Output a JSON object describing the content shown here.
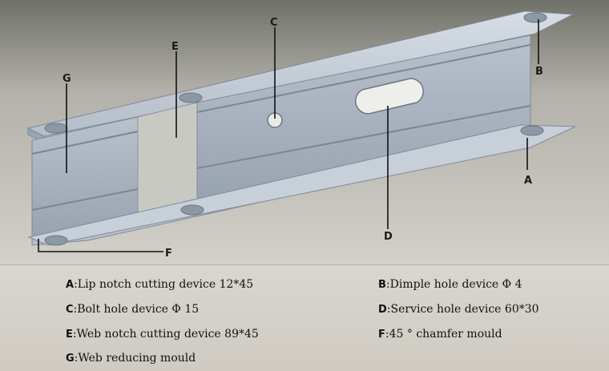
{
  "callouts": {
    "a": "A",
    "b": "B",
    "c": "C",
    "d": "D",
    "e": "E",
    "f": "F",
    "g": "G"
  },
  "legend": {
    "items": [
      {
        "key": "A",
        "text": "Lip notch cutting device 12*45"
      },
      {
        "key": "B",
        "text": "Dimple hole device Φ 4"
      },
      {
        "key": "C",
        "text": "Bolt hole device Φ 15"
      },
      {
        "key": "D",
        "text": "Service hole device 60*30"
      },
      {
        "key": "E",
        "text": "Web notch cutting device 89*45"
      },
      {
        "key": "F",
        "text": "45 ° chamfer mould"
      },
      {
        "key": "G",
        "text": "Web reducing mould"
      }
    ],
    "separator": ":"
  },
  "colors": {
    "background_top": "#6f7168",
    "background_bottom": "#d3d0ca",
    "steel_light": "#c3cbd5",
    "steel_mid": "#a9b4c0",
    "steel_dark": "#8c97a4",
    "legend_bg": "#d4d1ca"
  }
}
